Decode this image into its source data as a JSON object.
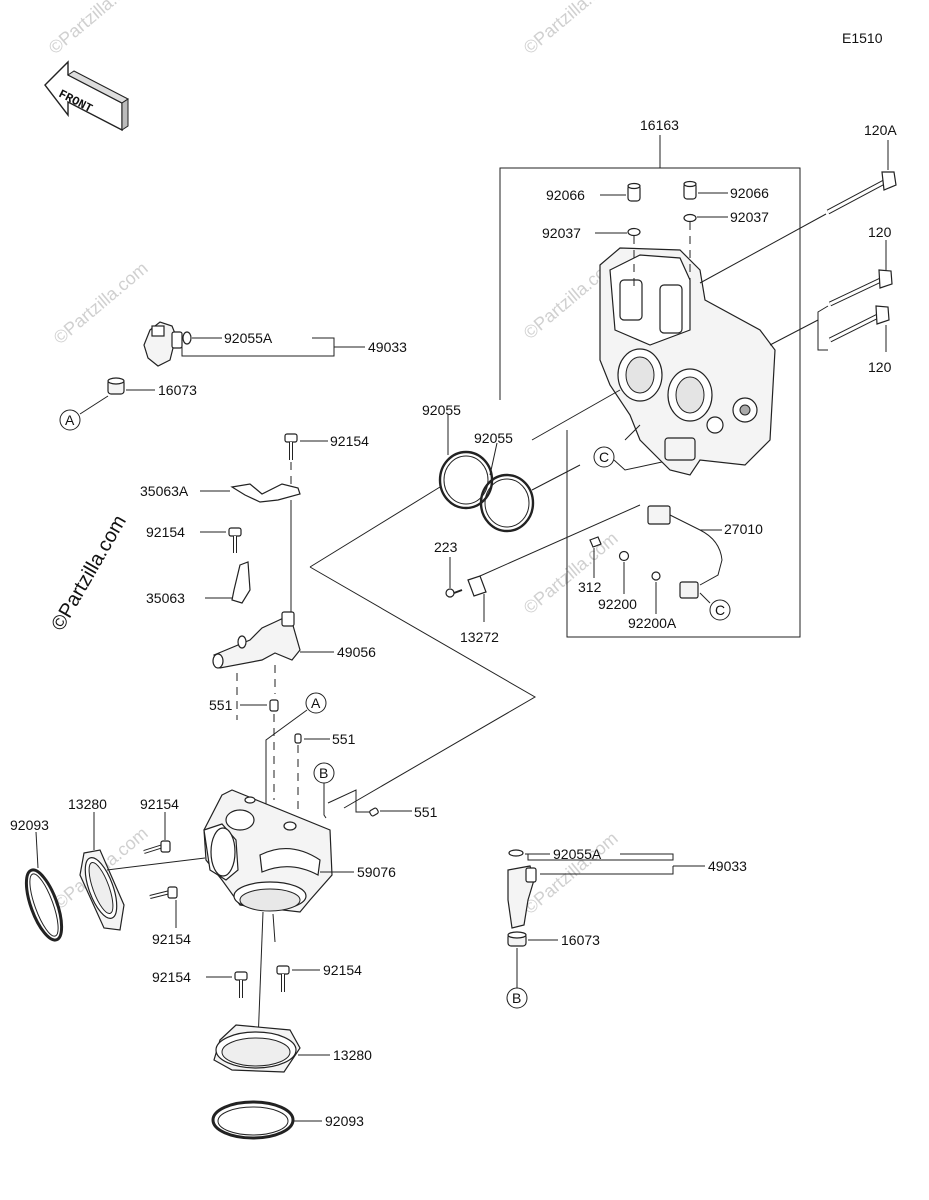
{
  "diagram_code": "E1510",
  "front_arrow": "FRONT",
  "watermark": "©Partzilla.com",
  "labels": {
    "l16163": "16163",
    "l120A": "120A",
    "l120a": "120",
    "l120b": "120",
    "l92066a": "92066",
    "l92066b": "92066",
    "l92037a": "92037",
    "l92037b": "92037",
    "l92055A_top": "92055A",
    "l49033_top": "49033",
    "l16073_top": "16073",
    "l92055a": "92055",
    "l92055b": "92055",
    "l92154_a": "92154",
    "l35063A": "35063A",
    "l92154_b": "92154",
    "l35063": "35063",
    "l49056": "49056",
    "l551_a": "551",
    "l551_b": "551",
    "l551_c": "551",
    "l27010": "27010",
    "l223": "223",
    "l13272": "13272",
    "l312": "312",
    "l92200": "92200",
    "l92200A": "92200A",
    "l13280_a": "13280",
    "l92154_c": "92154",
    "l92093_a": "92093",
    "l92154_d": "92154",
    "l59076": "59076",
    "l92055A_bot": "92055A",
    "l49033_bot": "49033",
    "l16073_bot": "16073",
    "l92154_e": "92154",
    "l92154_f": "92154",
    "l13280_b": "13280",
    "l92093_b": "92093"
  },
  "callouts": {
    "A1": "A",
    "A2": "A",
    "B1": "B",
    "B2": "B",
    "C1": "C",
    "C2": "C"
  }
}
